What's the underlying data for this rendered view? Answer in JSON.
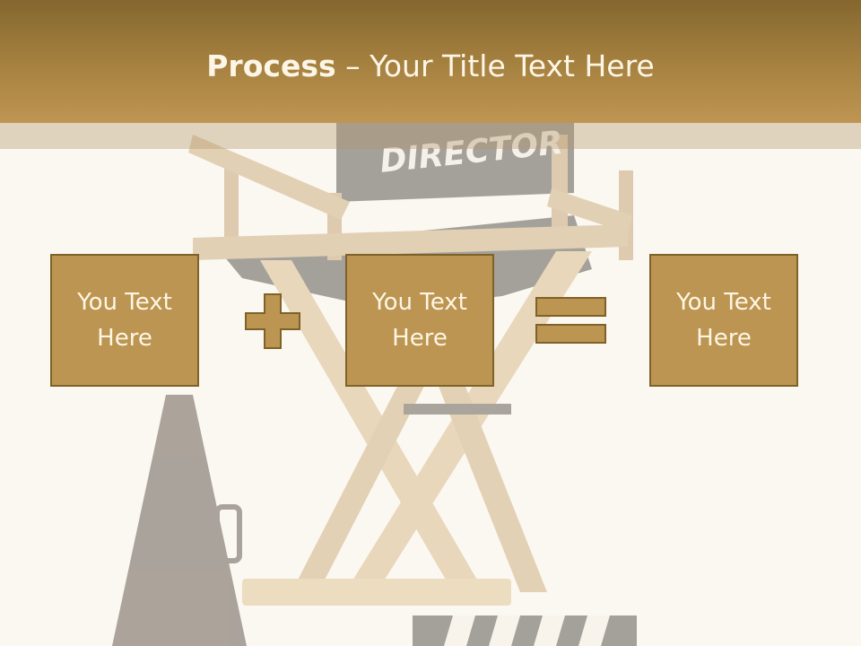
{
  "slide": {
    "title_bold": "Process",
    "title_rest": " – Your Title Text Here",
    "background_text": "DIRECTOR"
  },
  "boxes": [
    {
      "text": "You Text\nHere"
    },
    {
      "text": "You Text\nHere"
    },
    {
      "text": "You Text\nHere"
    }
  ],
  "operators": [
    "plus-icon",
    "equals-icon"
  ],
  "colors": {
    "header": "#a4803f",
    "box_fill": "#bc9552",
    "box_border": "#7e6227",
    "text_light": "#fdf6e6",
    "background": "#fbf8f2"
  }
}
